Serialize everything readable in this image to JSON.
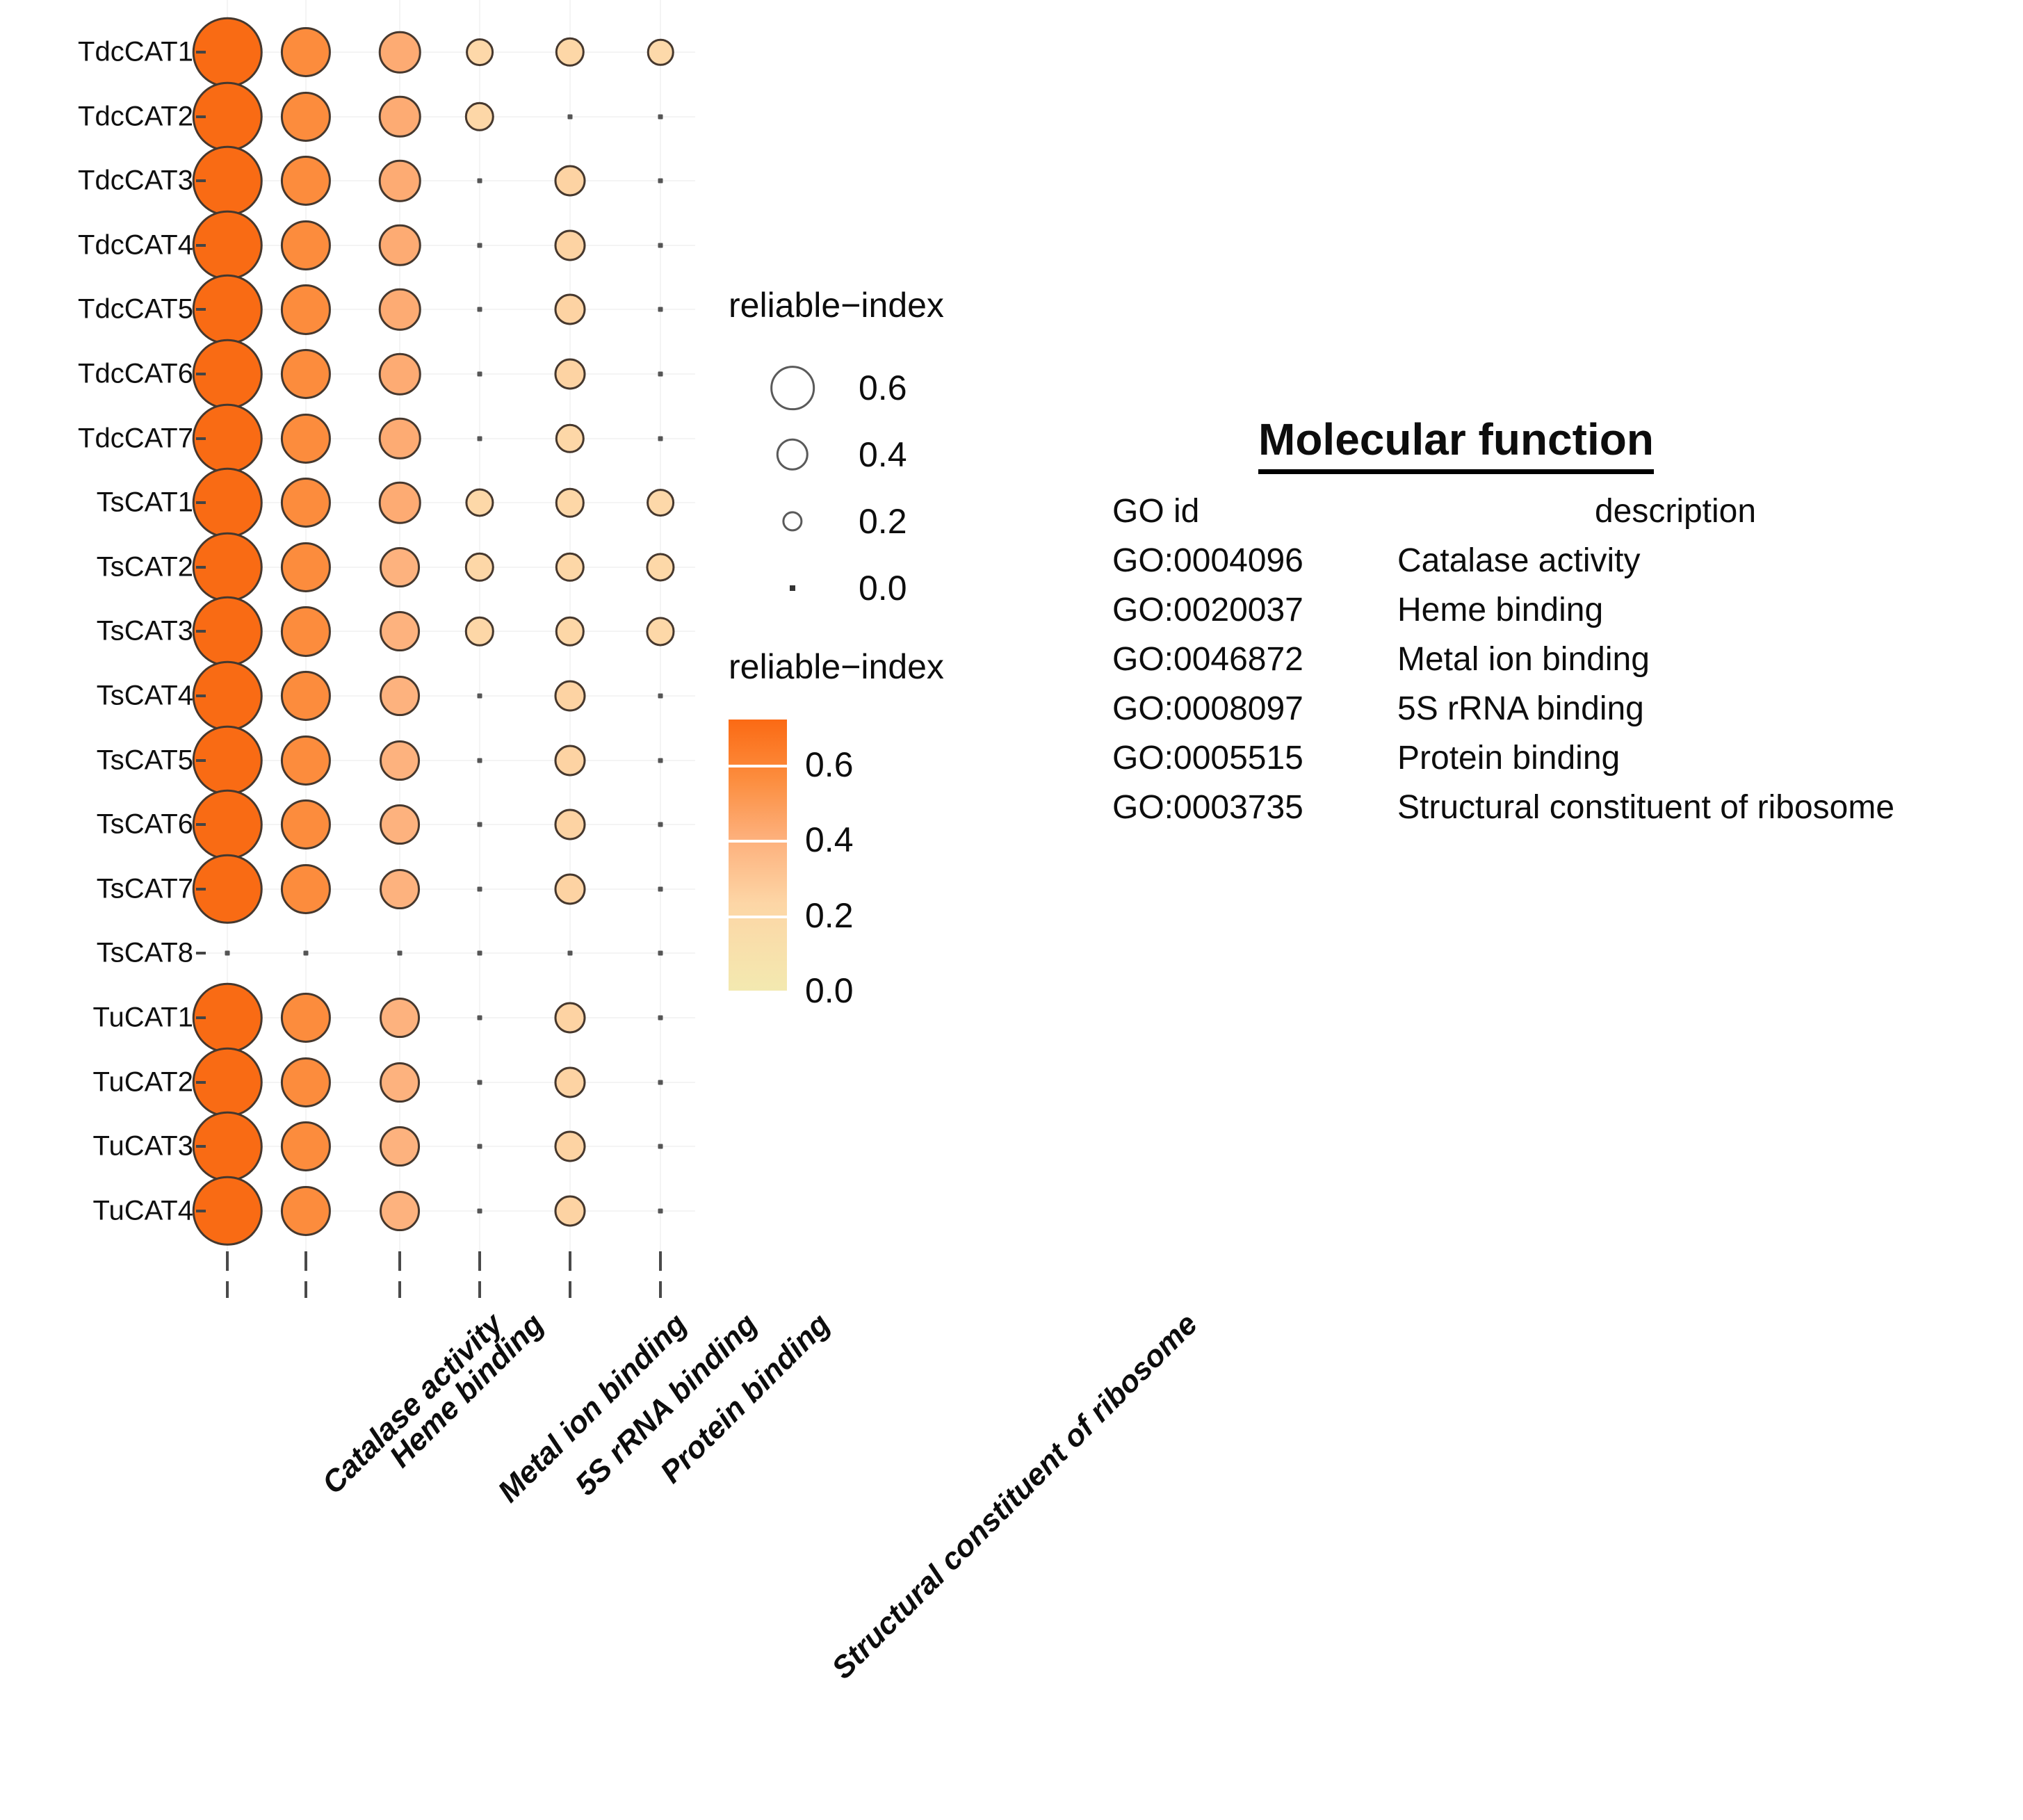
{
  "chart_data": {
    "type": "heatmap",
    "title": "",
    "xlabel": "",
    "ylabel": "",
    "legend_position": "right",
    "grid": true,
    "size_legend_title": "reliable−index",
    "color_legend_title": "reliable−index",
    "size_legend_values": [
      "0.6",
      "0.4",
      "0.2",
      "0.0"
    ],
    "color_legend_values": [
      "0.6",
      "0.4",
      "0.2",
      "0.0"
    ],
    "color_scale_range": [
      0.0,
      0.7
    ],
    "color_low": "#F3E9B0",
    "color_high": "#FB6A14",
    "categories": [
      "Catalase activity",
      "Heme binding",
      "Metal ion binding",
      "5S rRNA binding",
      "Protein binding",
      "Structural constituent of ribosome"
    ],
    "rows": [
      "TdcCAT1",
      "TdcCAT2",
      "TdcCAT3",
      "TdcCAT4",
      "TdcCAT5",
      "TdcCAT6",
      "TdcCAT7",
      "TsCAT1",
      "TsCAT2",
      "TsCAT3",
      "TsCAT4",
      "TsCAT5",
      "TsCAT6",
      "TsCAT7",
      "TsCAT8",
      "TuCAT1",
      "TuCAT2",
      "TuCAT3",
      "TuCAT4"
    ],
    "values": [
      [
        0.67,
        0.45,
        0.36,
        0.2,
        0.22,
        0.19
      ],
      [
        0.67,
        0.45,
        0.36,
        0.22,
        0.0,
        0.0
      ],
      [
        0.67,
        0.45,
        0.36,
        0.0,
        0.24,
        0.0
      ],
      [
        0.67,
        0.45,
        0.36,
        0.0,
        0.24,
        0.0
      ],
      [
        0.67,
        0.45,
        0.36,
        0.0,
        0.24,
        0.0
      ],
      [
        0.67,
        0.45,
        0.36,
        0.0,
        0.24,
        0.0
      ],
      [
        0.67,
        0.45,
        0.36,
        0.0,
        0.22,
        0.0
      ],
      [
        0.67,
        0.45,
        0.36,
        0.21,
        0.22,
        0.2
      ],
      [
        0.67,
        0.45,
        0.34,
        0.22,
        0.22,
        0.21
      ],
      [
        0.67,
        0.45,
        0.34,
        0.22,
        0.22,
        0.21
      ],
      [
        0.67,
        0.45,
        0.34,
        0.0,
        0.24,
        0.0
      ],
      [
        0.67,
        0.45,
        0.34,
        0.0,
        0.24,
        0.0
      ],
      [
        0.67,
        0.45,
        0.34,
        0.0,
        0.24,
        0.0
      ],
      [
        0.67,
        0.45,
        0.34,
        0.0,
        0.24,
        0.0
      ],
      [
        0.0,
        0.0,
        0.0,
        0.0,
        0.0,
        0.0
      ],
      [
        0.67,
        0.45,
        0.34,
        0.0,
        0.24,
        0.0
      ],
      [
        0.67,
        0.45,
        0.34,
        0.0,
        0.24,
        0.0
      ],
      [
        0.67,
        0.45,
        0.34,
        0.0,
        0.24,
        0.0
      ],
      [
        0.67,
        0.45,
        0.34,
        0.0,
        0.24,
        0.0
      ]
    ]
  },
  "molecular_function": {
    "title": "Molecular function",
    "header": {
      "id": "GO id",
      "description": "description"
    },
    "entries": [
      {
        "go_id": "GO:0004096",
        "description": "Catalase activity"
      },
      {
        "go_id": "GO:0020037",
        "description": "Heme binding"
      },
      {
        "go_id": "GO:0046872",
        "description": "Metal ion binding"
      },
      {
        "go_id": "GO:0008097",
        "description": "5S rRNA binding"
      },
      {
        "go_id": "GO:0005515",
        "description": "Protein binding"
      },
      {
        "go_id": "GO:0003735",
        "description": "Structural constituent of ribosome"
      }
    ]
  }
}
